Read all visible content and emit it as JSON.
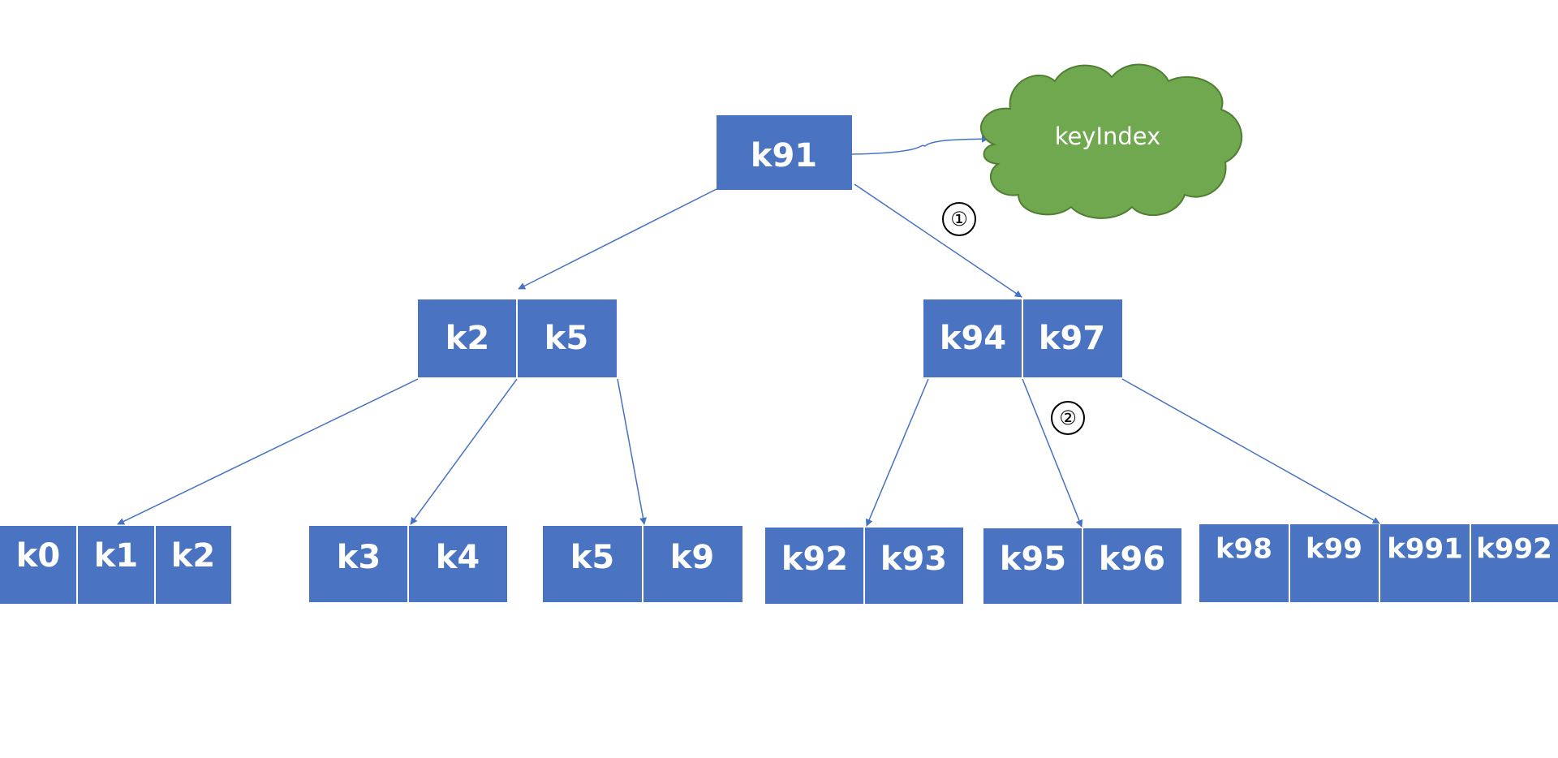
{
  "colors": {
    "node_fill": "#4a74c2",
    "node_divider": "#ffffff",
    "edge": "#4472c4",
    "cloud_fill": "#70a84f",
    "cloud_stroke": "#507e32",
    "text": "#ffffff"
  },
  "icons": {
    "cloud": "cloud-icon",
    "step_marker": "circled-number-icon",
    "arrow": "arrow-icon"
  },
  "root": {
    "keys": [
      "k91"
    ]
  },
  "cloud": {
    "label": "keyIndex"
  },
  "steps": [
    "①",
    "②"
  ],
  "internal_nodes": [
    {
      "keys": [
        "k2",
        "k5"
      ]
    },
    {
      "keys": [
        "k94",
        "k97"
      ]
    }
  ],
  "leaf_nodes": [
    {
      "keys": [
        "k0",
        "k1",
        "k2"
      ]
    },
    {
      "keys": [
        "k3",
        "k4"
      ]
    },
    {
      "keys": [
        "k5",
        "k9"
      ]
    },
    {
      "keys": [
        "k92",
        "k93"
      ]
    },
    {
      "keys": [
        "k95",
        "k96"
      ]
    },
    {
      "keys": [
        "k98",
        "k99",
        "k991",
        "k992"
      ]
    }
  ]
}
